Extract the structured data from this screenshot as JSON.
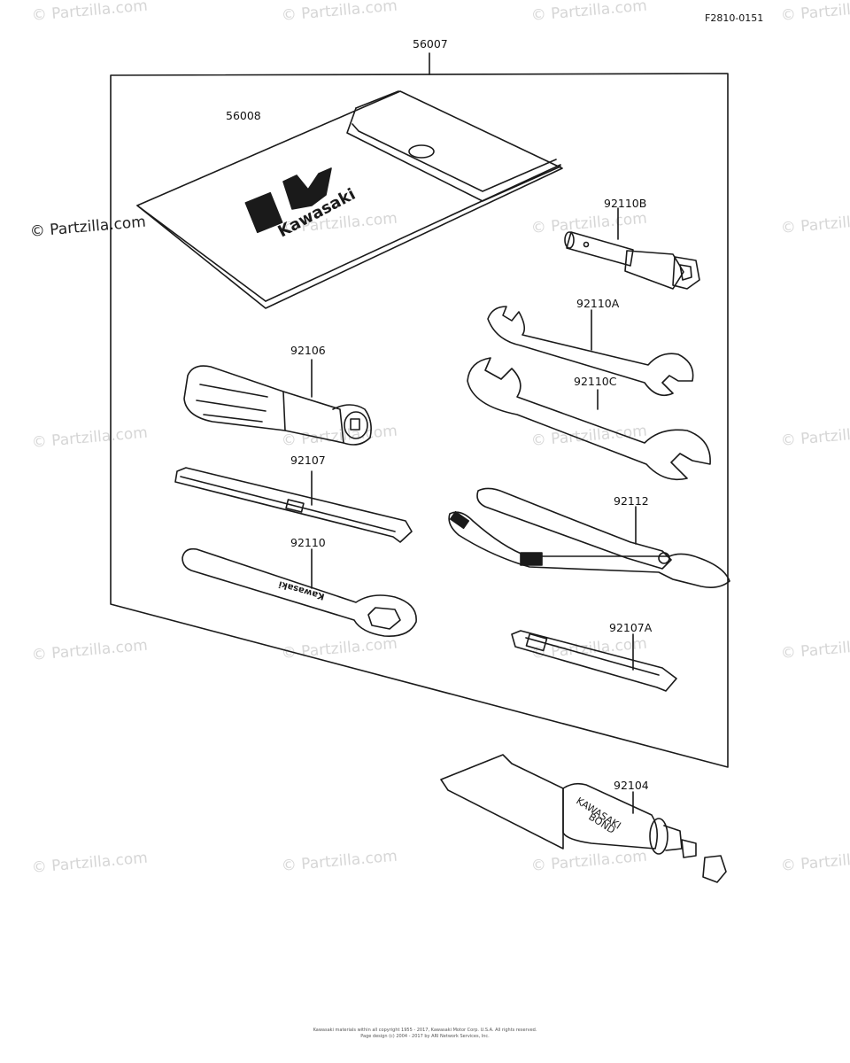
{
  "figure_code": "F2810-0151",
  "watermark_text": "© Partzilla.com",
  "parts": {
    "tool_kit_assy": "56007",
    "tool_bag": "56008",
    "spark_plug_wrench": "92110B",
    "wrench_a": "92110A",
    "wrench_c": "92110C",
    "screwdriver_handle": "92106",
    "screwdriver_blade": "92107",
    "box_wrench": "92110",
    "pliers": "92112",
    "screwdriver_blade_a": "92107A",
    "bond_tube": "92104"
  },
  "bag_logo_text": "Kawasaki",
  "tube_text": [
    "KAWASAKI",
    "BOND"
  ],
  "wrench_stamp": "Kawasaki",
  "footer": [
    "Kawasaki materials within all copyright 1955 - 2017, Kawasaki Motor Corp. U.S.A.  All rights reserved.",
    "Page design (c) 2004 - 2017 by ARI Network Services, Inc."
  ],
  "colors": {
    "line": "#1a1a1a",
    "watermark": "#d6d6d6"
  }
}
